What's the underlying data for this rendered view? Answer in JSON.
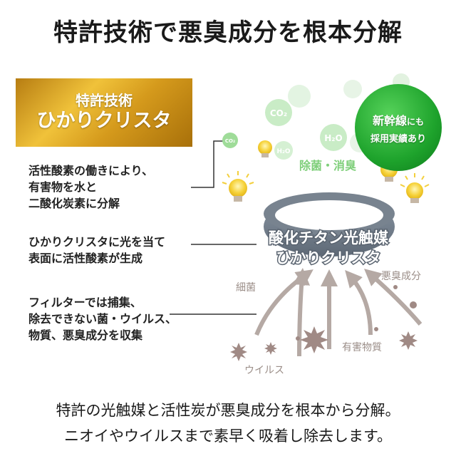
{
  "headline": "特許技術で悪臭成分を根本分解",
  "gold_badge": {
    "line1": "特許技術",
    "line2": "ひかりクリスタ"
  },
  "green_badge": {
    "line1": "新幹線",
    "line1_small": "にも",
    "line2": "採用実績あり"
  },
  "descriptions": [
    [
      "活性酸素の働きにより、",
      "有害物を水と",
      "二酸化炭素に分解"
    ],
    [
      "ひかりクリスタに光を当て",
      "表面に活性酸素が生成"
    ],
    [
      "フィルターでは捕集、",
      "除去できない菌・ウイルス、",
      "物質、悪臭成分を収集"
    ]
  ],
  "molecules": {
    "co2": "CO₂",
    "h2o": "H₂O",
    "co2_small": "CO₂"
  },
  "sterilize_label": "除菌・消臭",
  "ring_label": {
    "line1": "酸化チタン光触媒",
    "line2": "ひかりクリスタ"
  },
  "particles": {
    "bacteria": "細菌",
    "odor": "悪臭成分",
    "virus": "ウイルス",
    "harmful": "有害物質"
  },
  "bottom_text": {
    "line1": "特許の光触媒と活性炭が悪臭成分を根本から分解。",
    "line2": "ニオイやウイルスまで素早く吸着し除去します。"
  },
  "colors": {
    "gold": "#d59a1c",
    "green": "#1ea32c",
    "bulb": "#f6d23a",
    "arrow": "#b5a9a4",
    "particle": "#a08a85"
  }
}
